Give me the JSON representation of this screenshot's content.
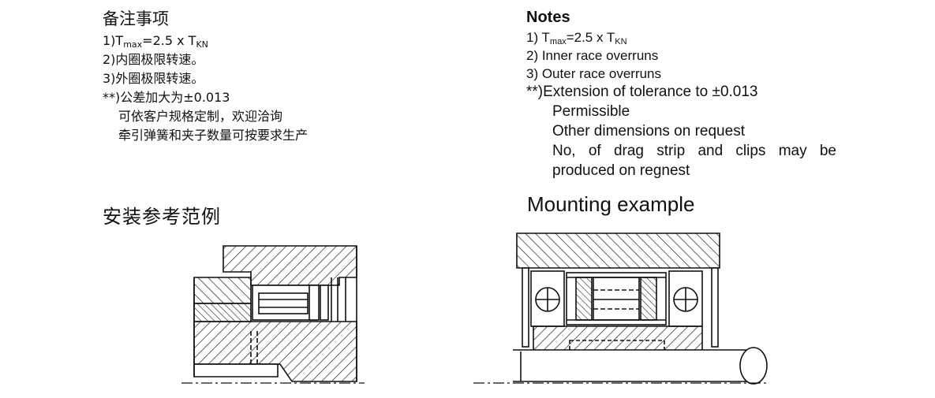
{
  "cn": {
    "title": "备注事项",
    "l1_pre": "1)T",
    "l1_sub1": "max",
    "l1_mid": "=2.5 x T",
    "l1_sub2": "KN",
    "l2": "2)内圈极限转速。",
    "l3": "3)外圈极限转速。",
    "l4": "**)公差加大为±0.013",
    "l5": "可依客户规格定制，欢迎洽询",
    "l6": "牵引弹簧和夹子数量可按要求生产",
    "mounting": "安装参考范例"
  },
  "en": {
    "title": "Notes",
    "l1_pre": "1) T",
    "l1_sub1": "max",
    "l1_mid": "=2.5 x T",
    "l1_sub2": "KN",
    "l2": "2) Inner race overruns",
    "l3": "3) Outer race overruns",
    "l4": "**)Extension of tolerance to  ±0.013",
    "l5": "Permissible",
    "l6": "Other dimensions on request",
    "l7_words": [
      "No,",
      "of",
      "drag",
      "strip",
      "and",
      "clips",
      "may",
      "be"
    ],
    "l8": "produced on regnest",
    "mounting": "Mounting example"
  }
}
